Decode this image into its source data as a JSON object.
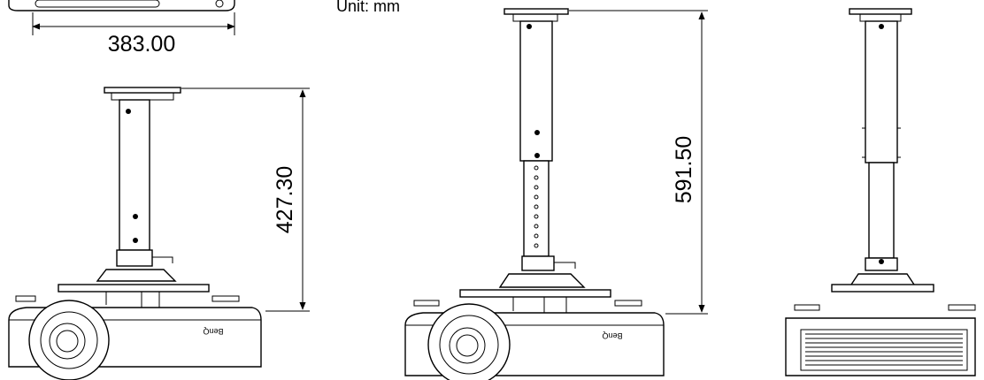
{
  "unit_label": "Unit: mm",
  "dimensions": {
    "width": "383.00",
    "min_height": "427.30",
    "max_height": "591.50"
  },
  "brand_mark": "BenQ"
}
